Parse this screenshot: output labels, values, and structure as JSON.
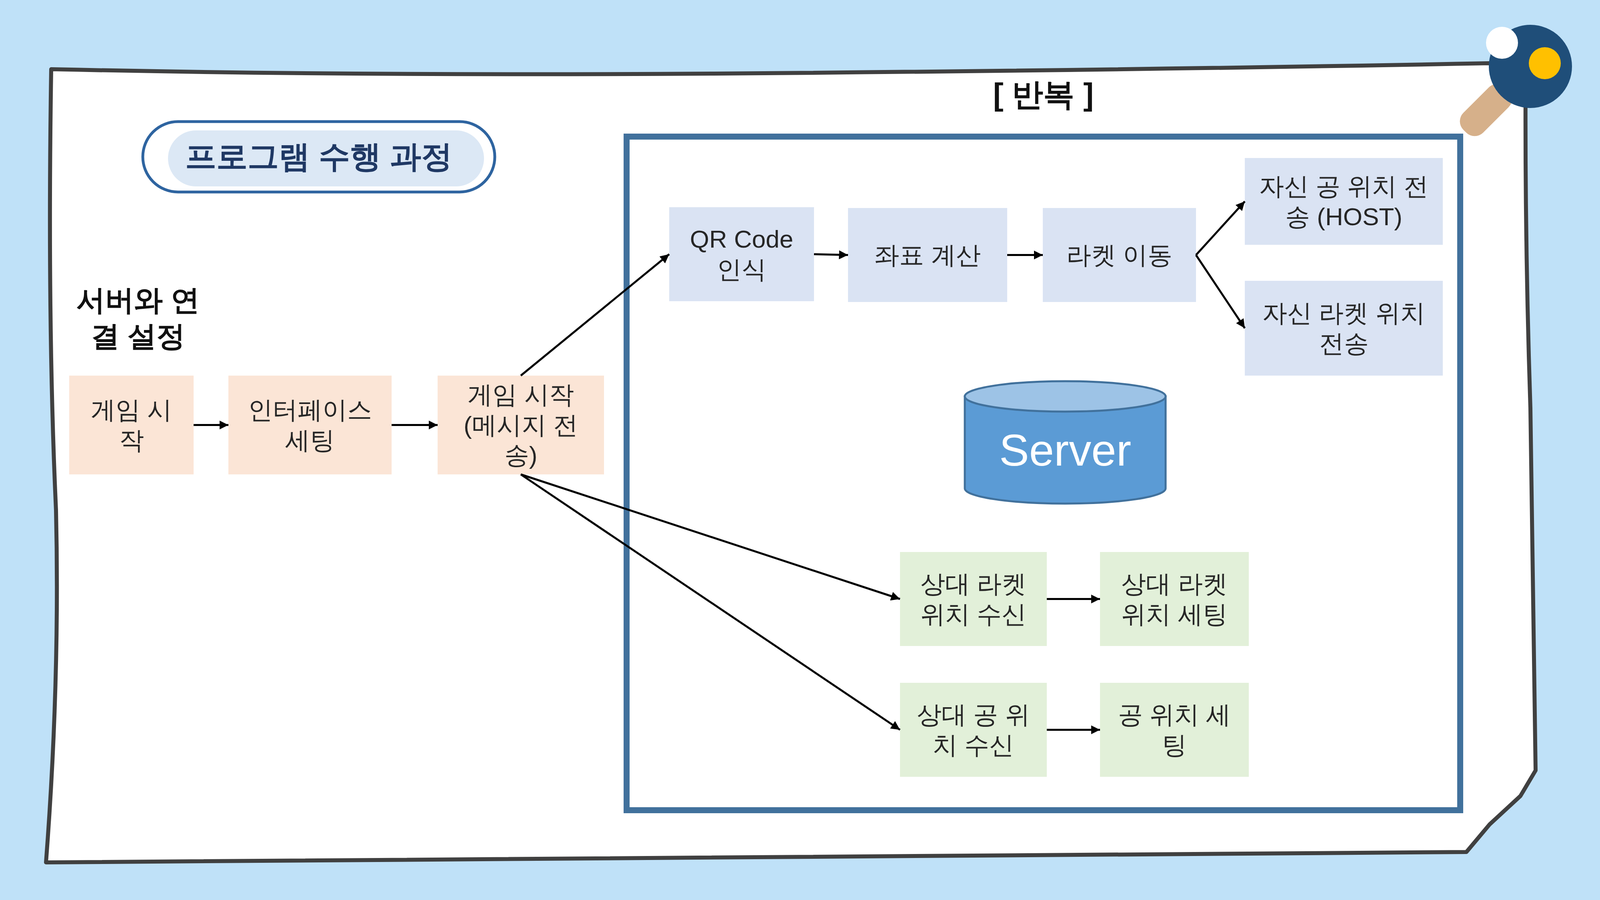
{
  "diagram": {
    "title": "프로그램 수행 과정",
    "nodes": [
      {
        "text": [
          "게임 시작"
        ]
      },
      {
        "text": [
          "인터페이스 세팅"
        ]
      },
      {
        "text": [
          "게임 시작 (메시지 전송)"
        ]
      },
      {
        "text": [
          "[ 반복 ]"
        ]
      },
      {
        "text": [
          "QR Code 인식"
        ],
        "in": 3
      },
      {
        "text": [
          "좌표 계산"
        ],
        "in": 3
      },
      {
        "text": [
          "라켓 이동"
        ],
        "in": 3
      },
      {
        "text": [
          "자신 공 위치 전송 (HOST)"
        ],
        "in": 3
      },
      {
        "text": [
          "자신 라켓 위치 전송"
        ],
        "in": 3
      },
      {
        "text": [
          "Server"
        ],
        "in": 3
      },
      {
        "text": [
          "상대 라켓 위치 수신"
        ],
        "in": 3
      },
      {
        "text": [
          "상대 라켓 위치 세팅"
        ],
        "in": 3
      },
      {
        "text": [
          "상대 공 위치 수신"
        ],
        "in": 3
      },
      {
        "text": [
          "공 위치 세팅"
        ],
        "in": 3
      }
    ],
    "edges": [
      {
        "from": 0,
        "to": 1,
        "arrow": "to"
      },
      {
        "from": 1,
        "to": 2,
        "arrow": "to"
      },
      {
        "from": 2,
        "to": 4,
        "arrow": "to"
      },
      {
        "from": 4,
        "to": 5,
        "arrow": "to"
      },
      {
        "from": 5,
        "to": 6,
        "arrow": "to"
      },
      {
        "from": 6,
        "to": 7,
        "arrow": "to"
      },
      {
        "from": 6,
        "to": 8,
        "arrow": "to"
      },
      {
        "from": 2,
        "to": 10,
        "arrow": "to"
      },
      {
        "from": 10,
        "to": 11,
        "arrow": "to"
      },
      {
        "from": 2,
        "to": 12,
        "arrow": "to"
      },
      {
        "from": 12,
        "to": 13,
        "arrow": "to"
      }
    ],
    "labels": [
      "서버와 연결 설정"
    ]
  }
}
